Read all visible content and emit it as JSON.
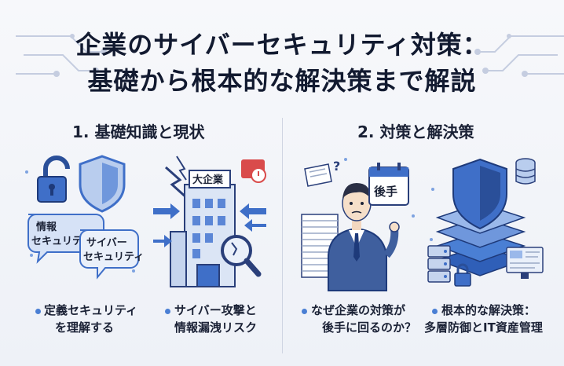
{
  "title": {
    "line1": "企業のサイバーセキュリティ対策：",
    "line2": "基礎から根本的な解決策まで解説"
  },
  "left_section": {
    "heading": "1. 基礎知識と現状",
    "illustration1": {
      "bubble1_line1": "情報",
      "bubble1_line2": "セキュリティ",
      "bubble2_line1": "サイバー",
      "bubble2_line2": "セキュリティ",
      "icons": [
        "lock-icon",
        "shield-icon",
        "speech-bubble-icon"
      ]
    },
    "illustration2": {
      "building_sign": "大企業",
      "icons": [
        "lightning-icon",
        "building-icon",
        "magnifier-icon",
        "arrow-icon",
        "alert-folder-icon"
      ]
    },
    "bullets": [
      {
        "line1": "定義セキュリティ",
        "line2": "を理解する"
      },
      {
        "line1": "サイバー攻撃と",
        "line2": "情報漏洩リスク"
      }
    ]
  },
  "right_section": {
    "heading": "2. 対策と解決策",
    "illustration3": {
      "calendar_text": "後手",
      "icons": [
        "document-stack-icon",
        "businessman-icon",
        "calendar-icon",
        "question-icon"
      ]
    },
    "illustration4": {
      "icons": [
        "layered-shield-icon",
        "database-icon",
        "server-icon",
        "monitor-icon",
        "lock-icon"
      ]
    },
    "bullets": [
      {
        "line1": "なぜ企業の対策が",
        "line2": "後手に回るのか？"
      },
      {
        "line1": "根本的な解決策：",
        "line2": "多層防御とIT資産管理"
      }
    ]
  },
  "colors": {
    "accent_blue": "#3f6fc8",
    "dark_navy": "#1b2236",
    "light_blue": "#b9cdee"
  }
}
